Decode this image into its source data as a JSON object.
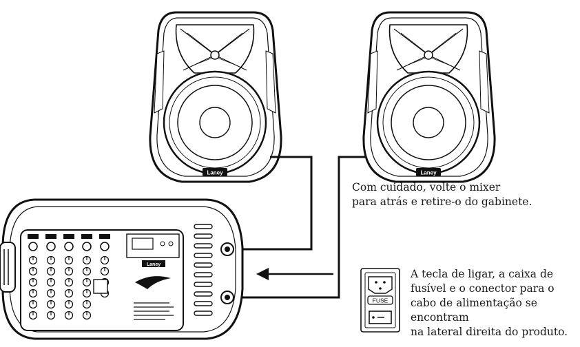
{
  "speakers": {
    "left": {
      "brand": "Laney"
    },
    "right": {
      "brand": "Laney"
    }
  },
  "mixer": {
    "brand_label": "Laney"
  },
  "fuse_panel": {
    "fuse_label": "FUSE"
  },
  "captions": {
    "top": [
      "Com cuidado, volte o mixer",
      "para atrás e retire-o do gabinete."
    ],
    "side": [
      "A tecla de ligar, a caixa de",
      "fusível e o conector para o",
      "cabo de alimentação se",
      "encontram",
      "na lateral direita do produto."
    ]
  }
}
